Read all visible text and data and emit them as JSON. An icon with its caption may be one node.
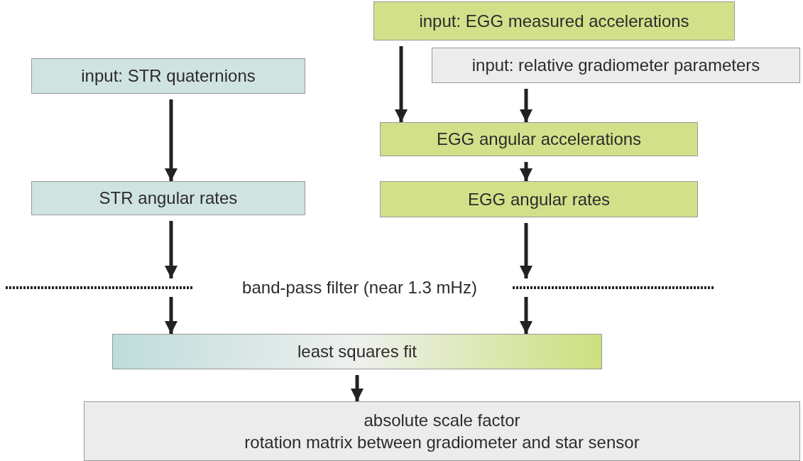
{
  "diagram": {
    "nodes": [
      {
        "text": [
          "input: STR quaternions"
        ]
      },
      {
        "text": [
          "input: EGG measured accelerations"
        ]
      },
      {
        "text": [
          "input: relative gradiometer parameters"
        ]
      },
      {
        "text": [
          "EGG angular accelerations"
        ]
      },
      {
        "text": [
          "STR angular rates"
        ]
      },
      {
        "text": [
          "EGG angular rates"
        ]
      },
      {
        "text": [
          "band-pass filter (near 1.3 mHz)"
        ]
      },
      {
        "text": [
          "least squares fit"
        ]
      },
      {
        "text": [
          "absolute scale factor",
          "rotation matrix between gradiometer and star sensor"
        ]
      }
    ],
    "edges": [
      {
        "from": 0,
        "to": 4,
        "arrow": "to"
      },
      {
        "from": 1,
        "to": 3,
        "arrow": "to"
      },
      {
        "from": 2,
        "to": 3,
        "arrow": "to"
      },
      {
        "from": 3,
        "to": 5,
        "arrow": "to"
      },
      {
        "from": 4,
        "to": 6,
        "arrow": "to"
      },
      {
        "from": 5,
        "to": 6,
        "arrow": "to"
      },
      {
        "from": 6,
        "to": 7,
        "arrow": "to"
      },
      {
        "from": 6,
        "to": 7,
        "arrow": "to"
      },
      {
        "from": 7,
        "to": 8,
        "arrow": "to"
      }
    ]
  }
}
